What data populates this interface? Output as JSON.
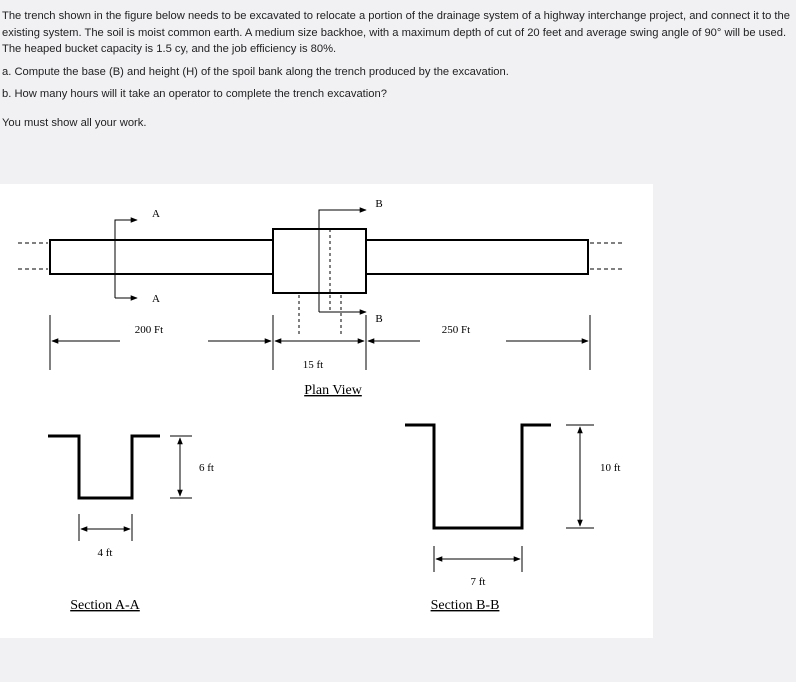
{
  "question": {
    "intro": "The trench shown in the figure below needs to be excavated to relocate a portion of the drainage system of a highway interchange project, and connect it to the existing system.  The soil is moist common earth.  A medium size backhoe, with a maximum depth of cut of 20 feet and average swing angle of 90° will be used. The heaped bucket capacity is 1.5 cy, and the job efficiency is 80%.",
    "part_a": "a.  Compute the base (B) and height (H) of the spoil bank along the trench produced by the excavation.",
    "part_b": "b. How many hours will it take an operator to complete the trench excavation?",
    "note": "You must show all your work."
  },
  "figure": {
    "plan_view": {
      "section_a_label_top": "A",
      "section_a_label_bottom": "A",
      "section_b_label_top": "B",
      "section_b_label_bottom": "B",
      "length_left": "200 Ft",
      "length_middle": "15 ft",
      "length_right": "250 Ft",
      "caption": "Plan View"
    },
    "section_aa": {
      "depth": "6 ft",
      "width": "4 ft",
      "caption": "Section A-A"
    },
    "section_bb": {
      "depth": "10 ft",
      "width": "7 ft",
      "caption": "Section B-B"
    }
  }
}
